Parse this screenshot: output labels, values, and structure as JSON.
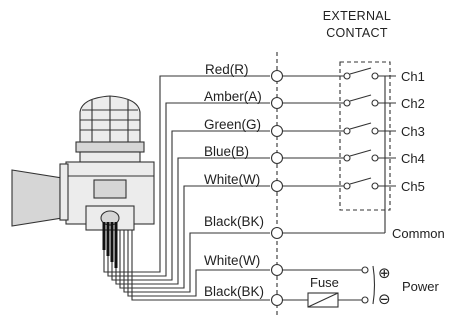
{
  "header": {
    "line1": "EXTERNAL",
    "line2": "CONTACT"
  },
  "wires": [
    {
      "label": "Red(R)",
      "channel": "Ch1"
    },
    {
      "label": "Amber(A)",
      "channel": "Ch2"
    },
    {
      "label": "Green(G)",
      "channel": "Ch3"
    },
    {
      "label": "Blue(B)",
      "channel": "Ch4"
    },
    {
      "label": "White(W)",
      "channel": "Ch5"
    },
    {
      "label": "Black(BK)",
      "channel": "Common"
    },
    {
      "label": "White(W)",
      "channel": ""
    },
    {
      "label": "Black(BK)",
      "channel": ""
    }
  ],
  "power": {
    "label": "Power",
    "fuse_label": "Fuse",
    "plus": "⊕",
    "minus": "⊖"
  }
}
